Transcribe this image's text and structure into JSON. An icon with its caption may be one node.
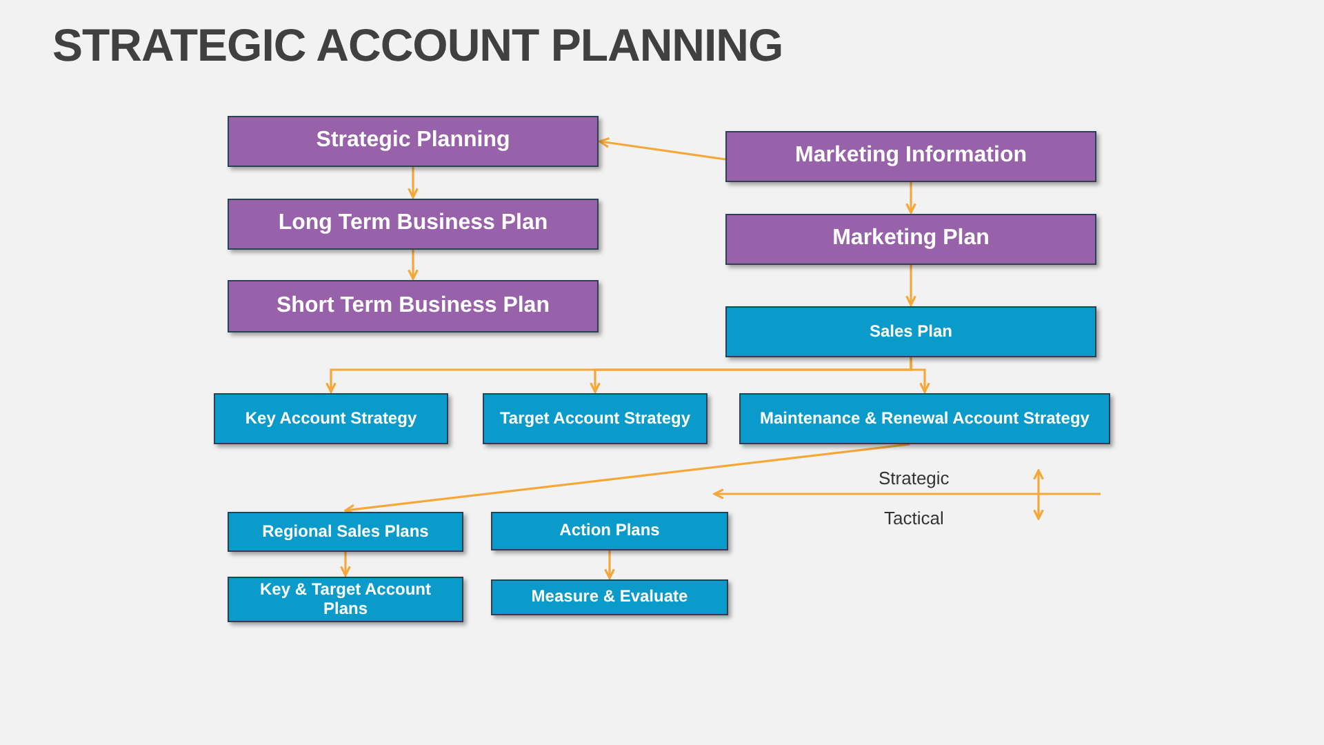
{
  "diagram": {
    "title": "STRATEGIC ACCOUNT PLANNING",
    "nodes": [
      {
        "text": [
          "Strategic Planning"
        ]
      },
      {
        "text": [
          "Long Term Business Plan"
        ]
      },
      {
        "text": [
          "Short Term Business Plan"
        ]
      },
      {
        "text": [
          "Marketing Information"
        ]
      },
      {
        "text": [
          "Marketing Plan"
        ]
      },
      {
        "text": [
          "Sales Plan"
        ]
      },
      {
        "text": [
          "Key Account Strategy"
        ]
      },
      {
        "text": [
          "Target Account Strategy"
        ]
      },
      {
        "text": [
          "Maintenance & Renewal Account Strategy"
        ]
      },
      {
        "text": [
          "Regional Sales Plans"
        ]
      },
      {
        "text": [
          "Key & Target Account Plans"
        ]
      },
      {
        "text": [
          "Action Plans"
        ]
      },
      {
        "text": [
          "Measure & Evaluate"
        ]
      }
    ],
    "edges": [
      {
        "from": 3,
        "to": 0,
        "arrow": "to"
      },
      {
        "from": 0,
        "to": 1,
        "arrow": "to"
      },
      {
        "from": 1,
        "to": 2,
        "arrow": "to"
      },
      {
        "from": 3,
        "to": 4,
        "arrow": "to"
      },
      {
        "from": 4,
        "to": 5,
        "arrow": "to"
      },
      {
        "from": 5,
        "to": 6,
        "arrow": "to"
      },
      {
        "from": 5,
        "to": 7,
        "arrow": "to"
      },
      {
        "from": 5,
        "to": 8,
        "arrow": "to"
      },
      {
        "from": 8,
        "to": 9,
        "arrow": "to"
      },
      {
        "from": 9,
        "to": 10,
        "arrow": "to"
      },
      {
        "from": 11,
        "to": 12,
        "arrow": "to"
      }
    ],
    "labels": [
      "Strategic",
      "Tactical"
    ]
  }
}
